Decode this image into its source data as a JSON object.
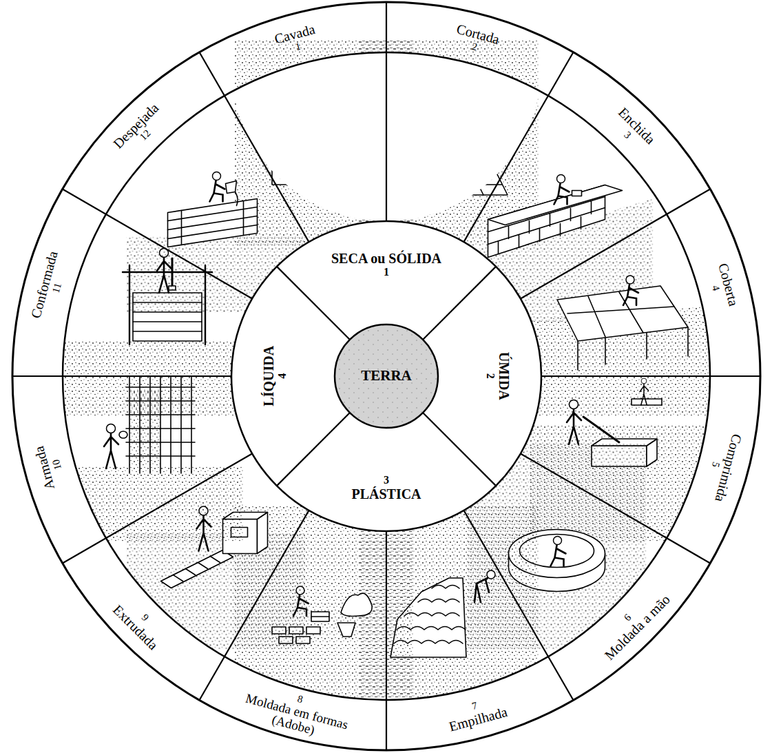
{
  "diagram": {
    "nodes": [
      {
        "text": [
          "Cavada",
          "1"
        ]
      },
      {
        "text": [
          "Cortada",
          "2"
        ]
      },
      {
        "text": [
          "Enchida",
          "3"
        ]
      },
      {
        "text": [
          "Coberta",
          "4"
        ]
      },
      {
        "text": [
          "Comprimida",
          "5"
        ]
      },
      {
        "text": [
          "6",
          "Moldada a mão"
        ]
      },
      {
        "text": [
          "7",
          "Empilhada"
        ]
      },
      {
        "text": [
          "8",
          "Moldada em formas (Adobe)"
        ]
      },
      {
        "text": [
          "9",
          "Extrudada"
        ]
      },
      {
        "text": [
          "Armada",
          "10"
        ]
      },
      {
        "text": [
          "Conformada",
          "11"
        ]
      },
      {
        "text": [
          "Despejada",
          "12"
        ]
      },
      {
        "text": [
          "SECA ou SÓLIDA",
          "1"
        ]
      },
      {
        "text": [
          "ÚMIDA",
          "2"
        ]
      },
      {
        "text": [
          "3",
          "PLÁSTICA"
        ]
      },
      {
        "text": [
          "LÍQUIDA",
          "4"
        ]
      },
      {
        "text": [
          "TERRA"
        ]
      }
    ]
  }
}
